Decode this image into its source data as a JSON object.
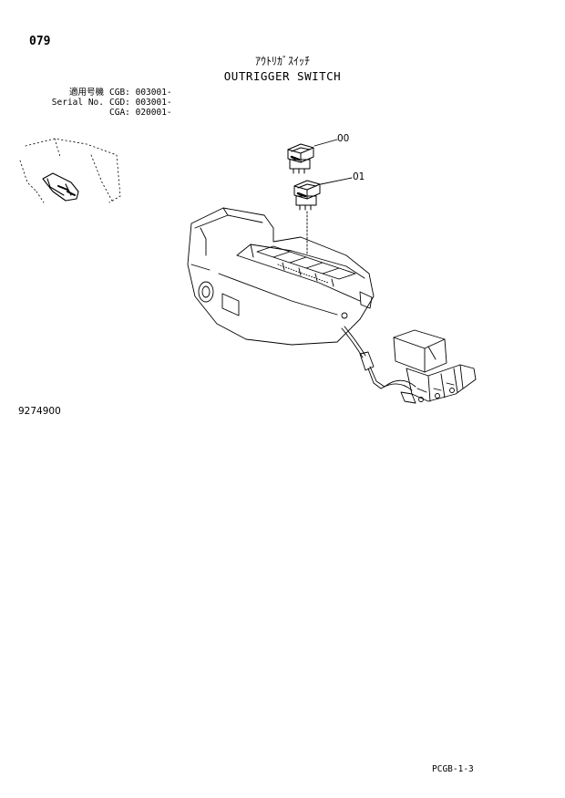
{
  "page": {
    "number": "079",
    "title_jp": "ｱｳﾄﾘｶﾞｽｲｯﾁ",
    "title_en": "OUTRIGGER SWITCH",
    "drawing_number": "9274900",
    "page_ref": "PCGB-1-3"
  },
  "applicability": [
    {
      "label": "適用号機",
      "value": "CGB: 003001-"
    },
    {
      "label": "Serial No.",
      "value": "CGD: 003001-"
    },
    {
      "label": "",
      "value": "CGA: 020001-"
    }
  ],
  "callouts": [
    {
      "id": "00"
    },
    {
      "id": "01"
    }
  ]
}
